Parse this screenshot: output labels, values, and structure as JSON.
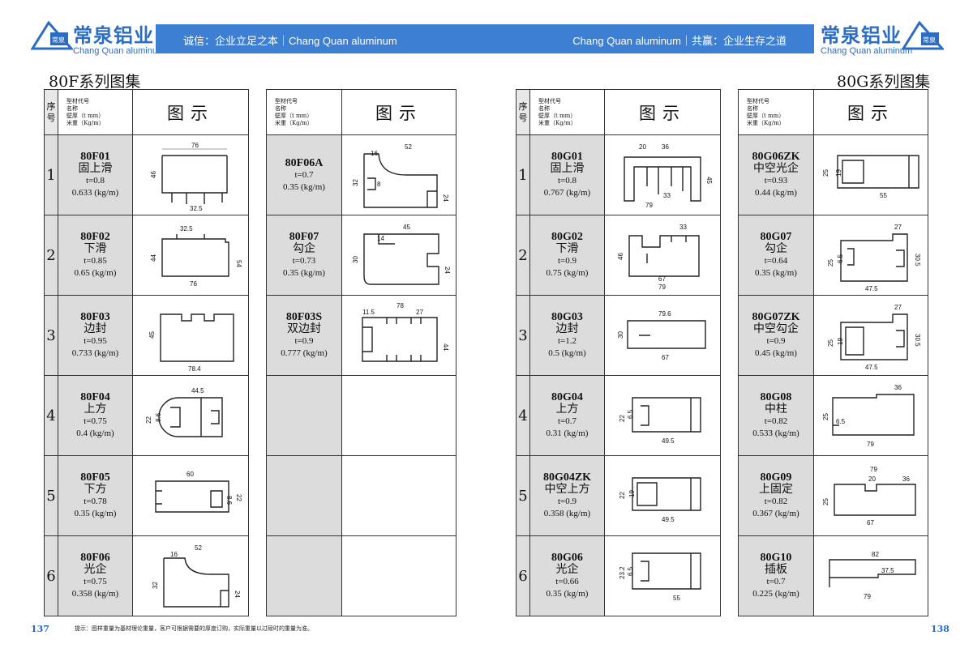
{
  "brand": {
    "name_cn": "常泉铝业",
    "name_en": "Chang Quan aluminum",
    "badge": "常泉"
  },
  "banner": {
    "left": "诚信：企业立足之本｜Chang Quan aluminum",
    "right": "Chang Quan aluminum｜共赢：企业生存之道"
  },
  "left_page": {
    "series_title": "80F系列图集",
    "page_number": "137"
  },
  "right_page": {
    "series_title": "80G系列图集",
    "page_number": "138"
  },
  "note": "提示：图样重量为基材理论重量，客户可根据需要的厚度订购，实际重量以过磅时的重量为准。",
  "headers": {
    "seq": [
      "序",
      "号"
    ],
    "info": [
      "型材代号",
      "名称",
      "壁厚（t mm）",
      "米重（Kg/m）"
    ],
    "figure": "图示"
  },
  "rows_index": [
    "1",
    "2",
    "3",
    "4",
    "5",
    "6"
  ],
  "tables": {
    "t1": [
      {
        "code": "80F01",
        "name": "固上滑",
        "t": "t=0.8",
        "w": "0.633 (kg/m)",
        "dims": [
          "76",
          "46",
          "32.5"
        ]
      },
      {
        "code": "80F02",
        "name": "下滑",
        "t": "t=0.85",
        "w": "0.65 (kg/m)",
        "dims": [
          "32.5",
          "44",
          "54",
          "76"
        ]
      },
      {
        "code": "80F03",
        "name": "边封",
        "t": "t=0.95",
        "w": "0.733 (kg/m)",
        "dims": [
          "45",
          "78.4"
        ]
      },
      {
        "code": "80F04",
        "name": "上方",
        "t": "t=0.75",
        "w": "0.4 (kg/m)",
        "dims": [
          "44.5",
          "22",
          "8.6"
        ]
      },
      {
        "code": "80F05",
        "name": "下方",
        "t": "t=0.78",
        "w": "0.35 (kg/m)",
        "dims": [
          "60",
          "8.6",
          "22"
        ]
      },
      {
        "code": "80F06",
        "name": "光企",
        "t": "t=0.75",
        "w": "0.358 (kg/m)",
        "dims": [
          "52",
          "16",
          "32",
          "24"
        ]
      }
    ],
    "t2": [
      {
        "code": "80F06A",
        "name": "",
        "t": "t=0.7",
        "w": "0.35 (kg/m)",
        "dims": [
          "52",
          "16",
          "32",
          "8",
          "24"
        ]
      },
      {
        "code": "80F07",
        "name": "勾企",
        "t": "t=0.73",
        "w": "0.35 (kg/m)",
        "dims": [
          "45",
          "14",
          "30",
          "24"
        ]
      },
      {
        "code": "80F03S",
        "name": "双边封",
        "t": "t=0.9",
        "w": "0.777 (kg/m)",
        "dims": [
          "78",
          "11.5",
          "27",
          "44"
        ]
      }
    ],
    "t3": [
      {
        "code": "80G01",
        "name": "固上滑",
        "t": "t=0.8",
        "w": "0.767 (kg/m)",
        "dims": [
          "20",
          "36",
          "45",
          "33",
          "79"
        ]
      },
      {
        "code": "80G02",
        "name": "下滑",
        "t": "t=0.9",
        "w": "0.75 (kg/m)",
        "dims": [
          "33",
          "46",
          "67",
          "79"
        ]
      },
      {
        "code": "80G03",
        "name": "边封",
        "t": "t=1.2",
        "w": "0.5 (kg/m)",
        "dims": [
          "79.6",
          "30",
          "67"
        ]
      },
      {
        "code": "80G04",
        "name": "上方",
        "t": "t=0.7",
        "w": "0.31 (kg/m)",
        "dims": [
          "22",
          "6.5",
          "49.5"
        ]
      },
      {
        "code": "80G04ZK",
        "name": "中空上方",
        "t": "t=0.9",
        "w": "0.358 (kg/m)",
        "dims": [
          "22",
          "19",
          "49.5"
        ]
      },
      {
        "code": "80G06",
        "name": "光企",
        "t": "t=0.66",
        "w": "0.35 (kg/m)",
        "dims": [
          "23.2",
          "6.5",
          "55"
        ]
      }
    ],
    "t4": [
      {
        "code": "80G06ZK",
        "name": "中空光企",
        "t": "t=0.93",
        "w": "0.44 (kg/m)",
        "dims": [
          "25",
          "19",
          "55"
        ]
      },
      {
        "code": "80G07",
        "name": "勾企",
        "t": "t=0.64",
        "w": "0.35 (kg/m)",
        "dims": [
          "27",
          "30.5",
          "25",
          "6.5",
          "47.5"
        ]
      },
      {
        "code": "80G07ZK",
        "name": "中空勾企",
        "t": "t=0.9",
        "w": "0.45 (kg/m)",
        "dims": [
          "27",
          "30.5",
          "25",
          "19",
          "47.5"
        ]
      },
      {
        "code": "80G08",
        "name": "中柱",
        "t": "t=0.82",
        "w": "0.533 (kg/m)",
        "dims": [
          "36",
          "25",
          "6.5",
          "79"
        ]
      },
      {
        "code": "80G09",
        "name": "上固定",
        "t": "t=0.82",
        "w": "0.367 (kg/m)",
        "dims": [
          "79",
          "20",
          "36",
          "25",
          "67"
        ]
      },
      {
        "code": "80G10",
        "name": "插板",
        "t": "t=0.7",
        "w": "0.225 (kg/m)",
        "dims": [
          "82",
          "37.5",
          "79"
        ]
      }
    ]
  }
}
